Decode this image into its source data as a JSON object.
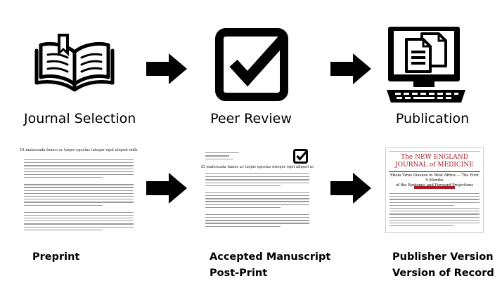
{
  "top_row": [
    {
      "label": "Journal Selection",
      "icon": "open-book-icon"
    },
    {
      "label": "Peer Review",
      "icon": "checkbox-icon"
    },
    {
      "label": "Publication",
      "icon": "computer-documents-icon"
    }
  ],
  "bottom_row": [
    {
      "label_line1": "Preprint",
      "label_line2": ""
    },
    {
      "label_line1": "Accepted Manuscript",
      "label_line2": "Post-Print"
    },
    {
      "label_line1": "Publisher Version",
      "label_line2": "Version of Record"
    }
  ],
  "documents": {
    "preprint_title": "Et malesuada fames ac turpis egestas integer eget aliquet nibh",
    "accepted_title": "Et malesuada fames ac turpis egestas integer eget aliquet nibh",
    "journal_name_line1": "The NEW ENGLAND",
    "journal_name_line2": "JOURNAL of MEDICINE",
    "article_title_line1": "Ebola Virus Disease in West Africa — The First 9 Months",
    "article_title_line2": "of the Epidemic and Forward Projections"
  },
  "colors": {
    "icon": "#000000",
    "journal_red": "#a51c24"
  }
}
